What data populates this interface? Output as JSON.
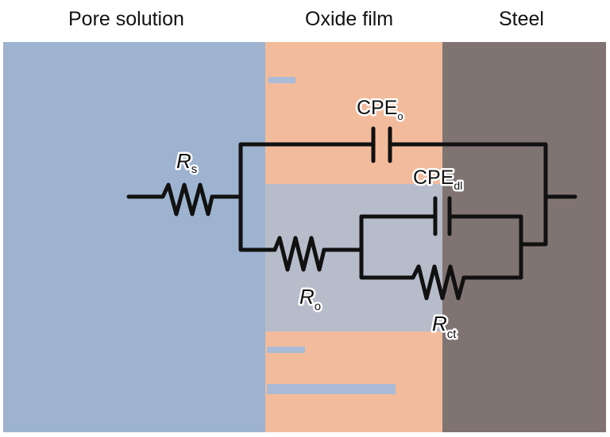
{
  "regions": {
    "pore_solution": {
      "label": "Pore solution",
      "color": "#9db3d0"
    },
    "oxide_film": {
      "label": "Oxide film",
      "color": "#f2bc9c"
    },
    "steel": {
      "label": "Steel",
      "color": "#807472"
    }
  },
  "components": {
    "rs": {
      "symbol": "R",
      "subscript": "s",
      "type": "resistor"
    },
    "cpe_o": {
      "symbol": "CPE",
      "subscript": "o",
      "type": "constant-phase-element"
    },
    "ro": {
      "symbol": "R",
      "subscript": "o",
      "type": "resistor"
    },
    "cpe_dl": {
      "symbol": "CPE",
      "subscript": "dl",
      "type": "constant-phase-element"
    },
    "rct": {
      "symbol": "R",
      "subscript": "ct",
      "type": "resistor"
    }
  }
}
